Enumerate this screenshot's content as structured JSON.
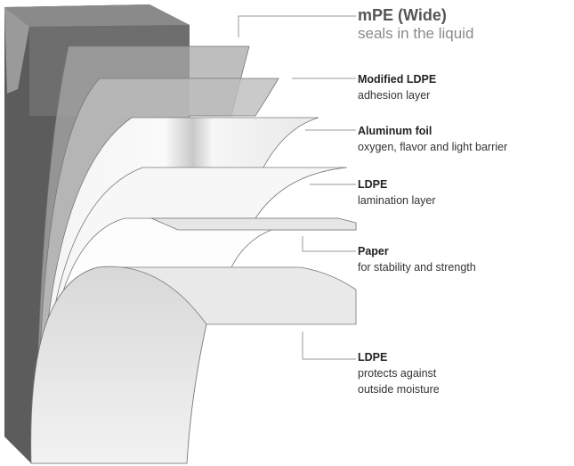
{
  "title": "Carton packaging layers",
  "layers": [
    {
      "name": "mPE (Wide)",
      "desc": "seals in the liquid"
    },
    {
      "name": "Modified LDPE",
      "desc": "adhesion layer"
    },
    {
      "name": "Aluminum foil",
      "desc": "oxygen, flavor and light barrier"
    },
    {
      "name": "LDPE",
      "desc": "lamination layer"
    },
    {
      "name": "Paper",
      "desc": "for stability and strength"
    },
    {
      "name": "LDPE",
      "desc": "protects against",
      "desc2": "outside moisture"
    }
  ],
  "colors": {
    "carton_dark": "#5a5a5a",
    "carton_mid": "#7a7a7a",
    "leader": "#999999"
  }
}
